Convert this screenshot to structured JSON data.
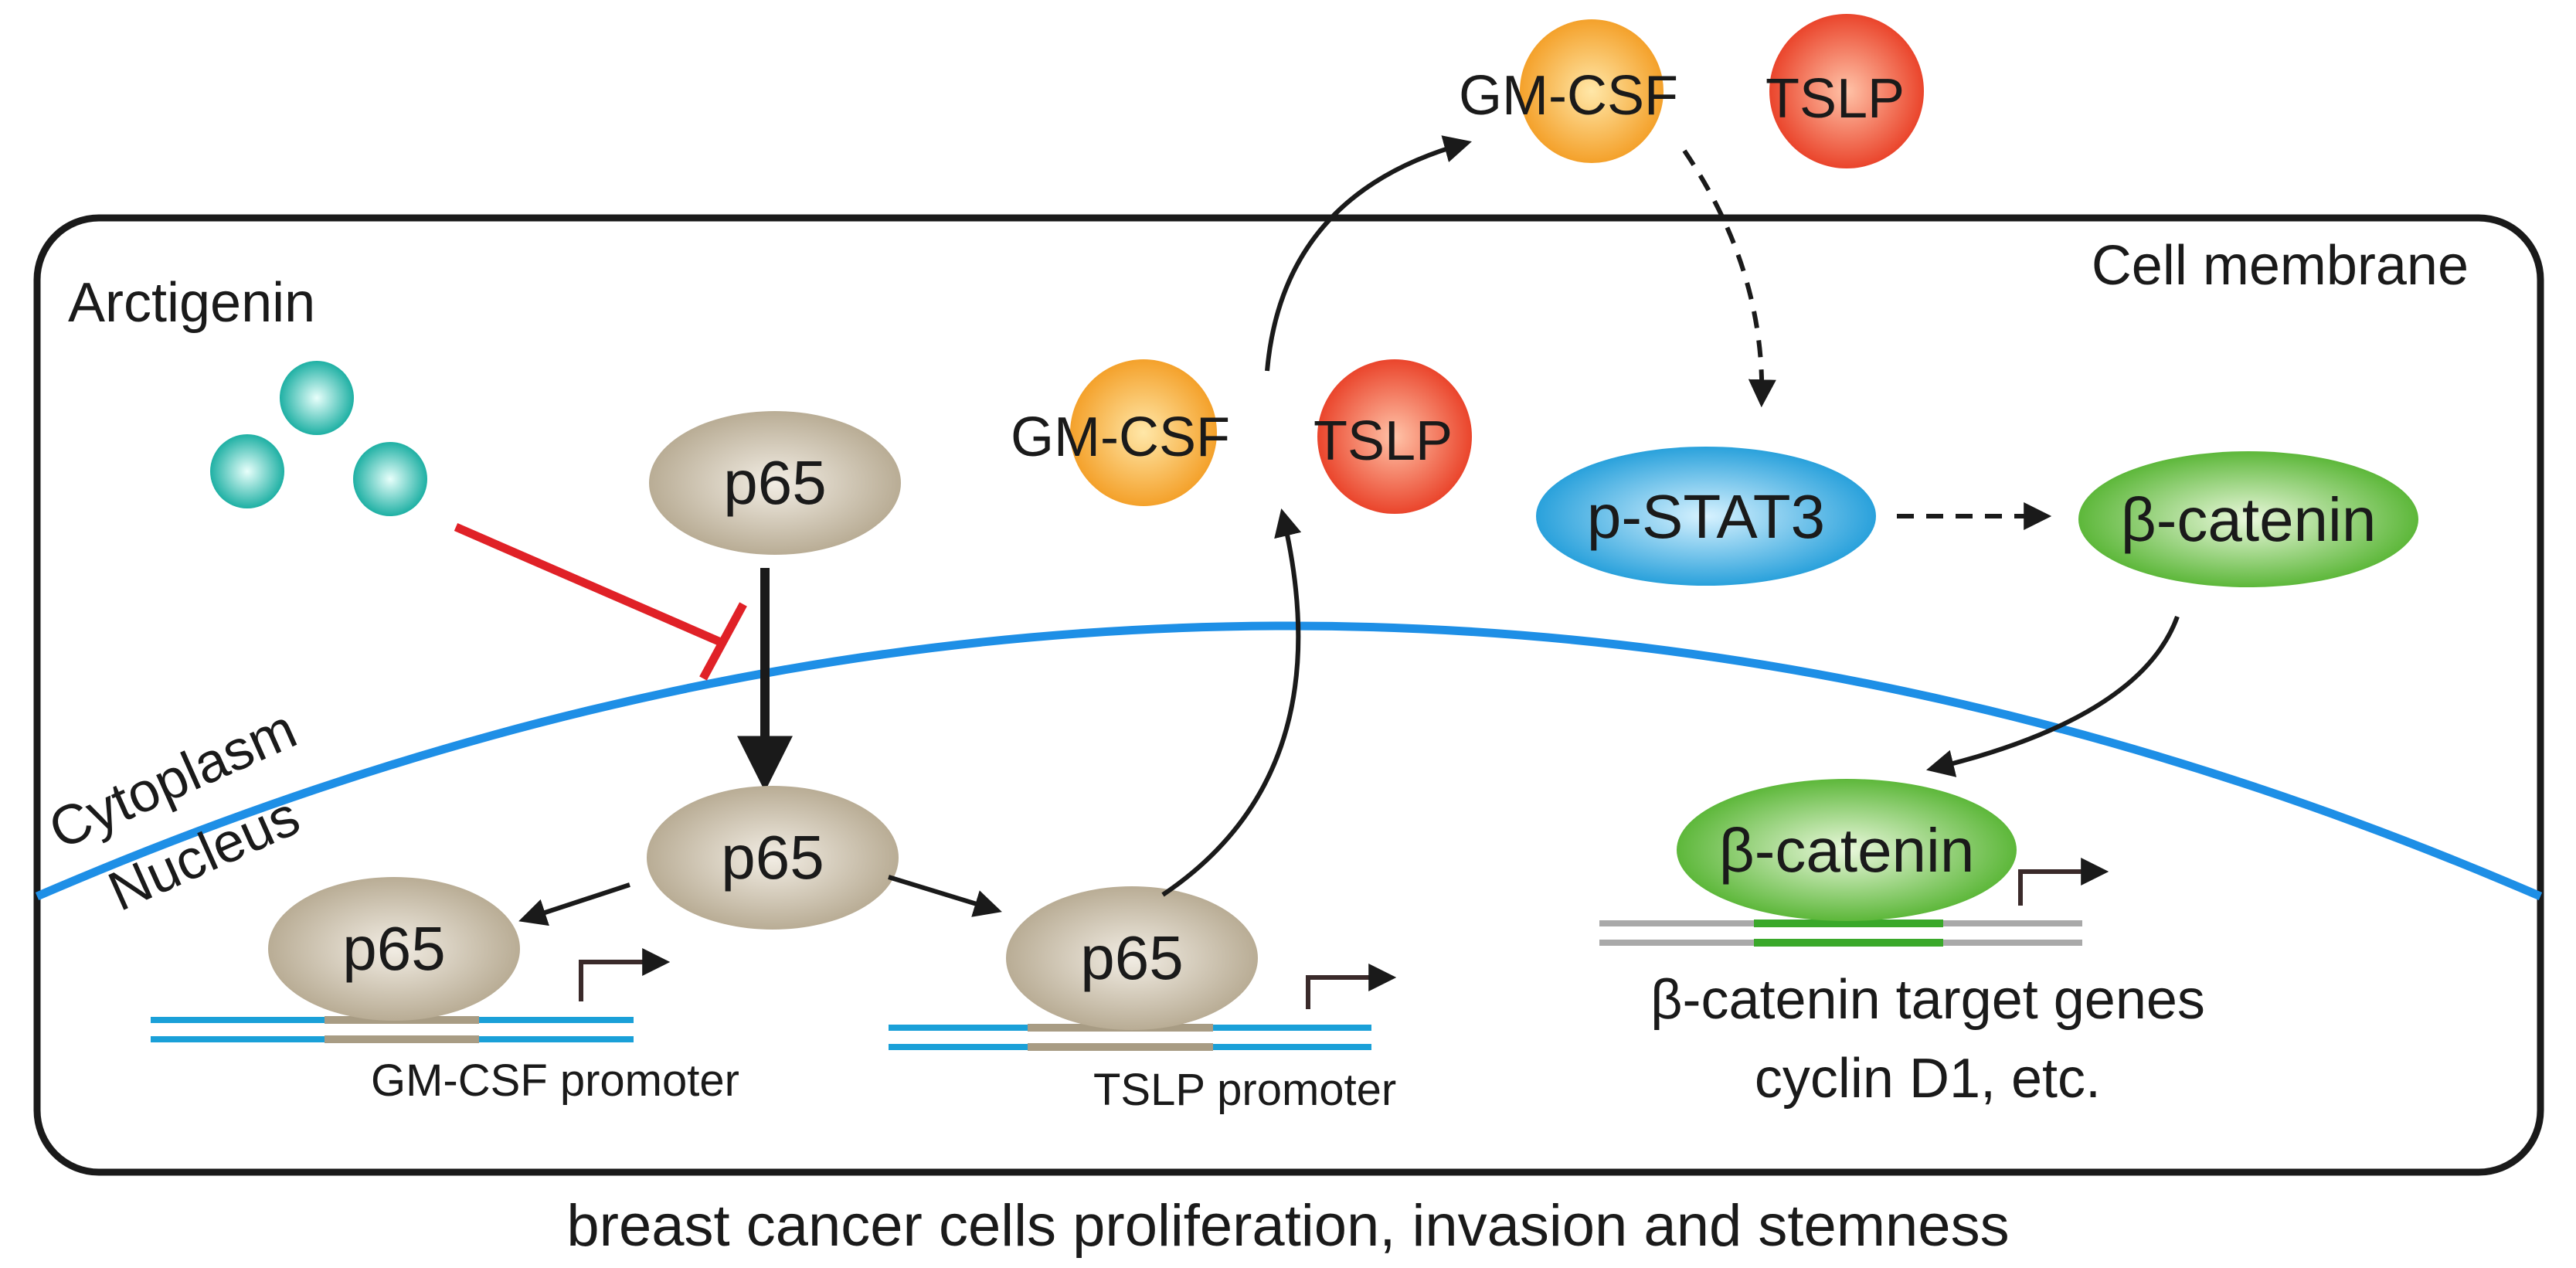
{
  "labels": {
    "arctigenin": "Arctigenin",
    "cell_membrane": "Cell membrane",
    "cytoplasm": "Cytoplasm",
    "nucleus": "Nucleus",
    "p65": "p65",
    "gm_csf": "GM-CSF",
    "tslp": "TSLP",
    "p_stat3": "p-STAT3",
    "beta_catenin": "β-catenin",
    "gm_csf_promoter": "GM-CSF promoter",
    "tslp_promoter": "TSLP promoter",
    "target_genes_line1": "β-catenin target genes",
    "target_genes_line2": "cyclin D1, etc.",
    "caption": "breast cancer cells proliferation, invasion and stemness"
  },
  "colors": {
    "p65_fill": "#bfb39c",
    "gm_csf_fill": "#f7a531",
    "tslp_fill": "#ee4a2b",
    "p_stat3_fill": "#25a8e0",
    "beta_catenin_fill": "#5fbe3a",
    "arctigenin_fill": "#14b3a6",
    "nuclear_membrane": "#1e8fe6",
    "inhibition": "#e02127",
    "cell_outline": "#1a1a1a"
  }
}
